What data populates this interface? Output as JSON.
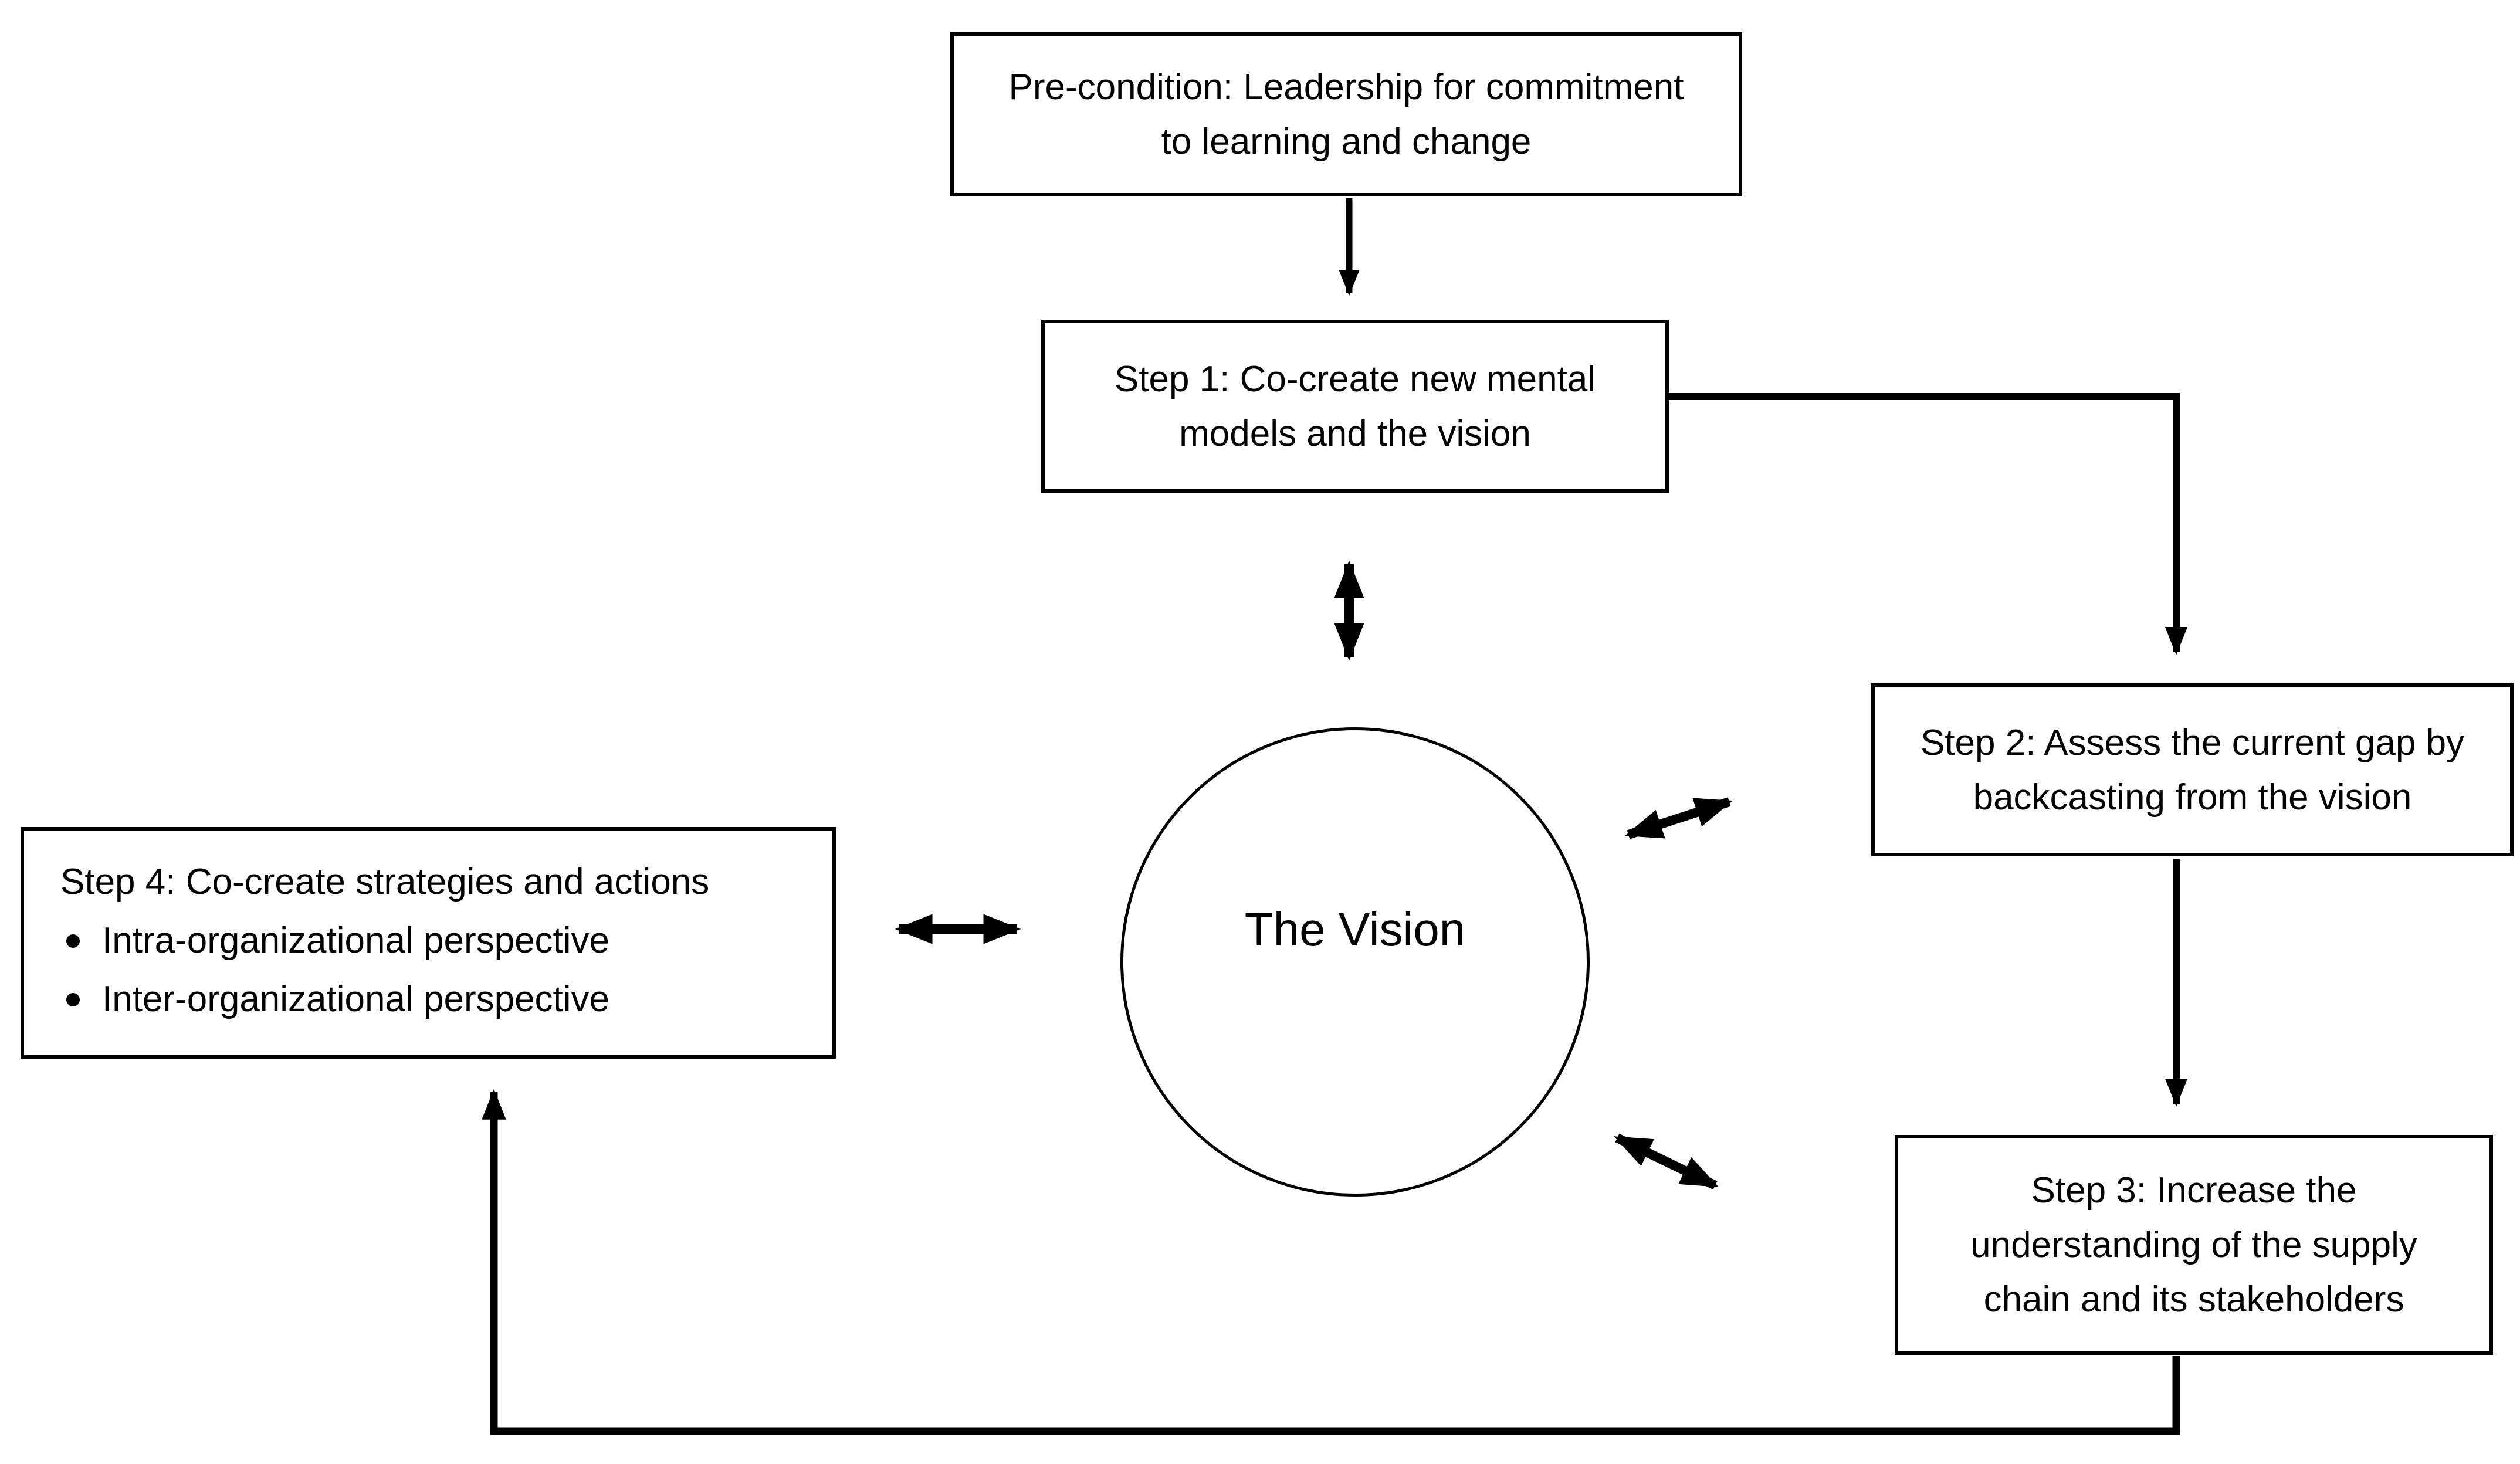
{
  "diagram": {
    "title_hint": "Participatory visioning / backcasting process diagram",
    "colors": {
      "background": "#ffffff",
      "stroke": "#000000",
      "text": "#000000"
    },
    "nodes": {
      "precondition": {
        "text": "Pre-condition: Leadership for commitment to learning and change"
      },
      "step1": {
        "text": "Step 1: Co-create new mental models and the vision"
      },
      "step2": {
        "text": "Step 2: Assess the current gap by backcasting from the vision"
      },
      "step3": {
        "text": "Step 3: Increase the understanding of the supply chain and its stakeholders"
      },
      "step4": {
        "title": "Step 4: Co-create strategies and actions",
        "bullets": [
          "Intra-organizational perspective",
          "Inter-organizational perspective"
        ]
      },
      "vision": {
        "text": "The Vision"
      }
    },
    "connectors": [
      {
        "from": "precondition",
        "to": "step1",
        "style": "arrow"
      },
      {
        "from": "step1",
        "to": "step2",
        "style": "elbow-arrow"
      },
      {
        "from": "step2",
        "to": "step3",
        "style": "arrow"
      },
      {
        "from": "step3",
        "to": "step4",
        "style": "elbow-arrow-feedback"
      },
      {
        "from": "step1",
        "to": "vision",
        "style": "double-arrow"
      },
      {
        "from": "step2",
        "to": "vision",
        "style": "double-arrow"
      },
      {
        "from": "step3",
        "to": "vision",
        "style": "double-arrow"
      },
      {
        "from": "step4",
        "to": "vision",
        "style": "double-arrow"
      }
    ]
  }
}
